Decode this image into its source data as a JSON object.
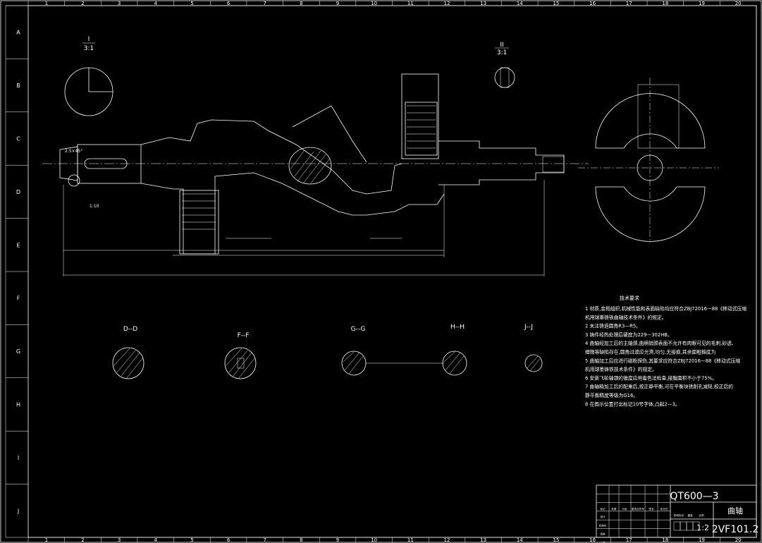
{
  "frame": {
    "columns": [
      "1",
      "2",
      "3",
      "4",
      "5",
      "6",
      "7",
      "8",
      "9",
      "10",
      "11",
      "12",
      "13",
      "14",
      "15",
      "16",
      "17",
      "18",
      "19",
      "20"
    ],
    "rows": [
      "A",
      "B",
      "C",
      "D",
      "E",
      "F",
      "G",
      "H",
      "I",
      "J"
    ]
  },
  "views": {
    "section_marks": [
      "D--D",
      "F--F",
      "G--G",
      "H--H",
      "J--J"
    ],
    "detail_left_label": "I",
    "detail_left_scale": "3:1",
    "detail_right_label": "II",
    "detail_right_scale": "3:1",
    "chamfer_note": "2.5×45°",
    "taper_note": "1:10"
  },
  "tech_requirements": {
    "title": "技术要求",
    "items": [
      "1  材质,金相组织,机械性能和表面缺陷均应符合ZBJ72016—88《移动式压缩",
      "    机用球墨铸铁曲轴技术条件》的规定。",
      "2  未注铸造圆角R3—R5。",
      "3  铸件经热处理后硬度为229—302HB。",
      "4  曲轴经加工后的主轴颈,曲柄销颈表面不允许有肉眼可见的毛刺,砂透、",
      "    细微等缺陷存在,圆角过渡应光滑,均匀,无接痕,其余面粗糙度为",
      "5  曲轴加工后应进行磁粉探伤,其要求应符合ZBJ72016—88《移动式压缩",
      "    机用球墨铸铁技术条件》的规定。",
      "6  安装飞轮轴颈的锥度应用着色法检查,接触面积不小于75%。",
      "7  曲轴精加工后的配重后,按正静平衡,可在平衡块铣削孔减轻,校正后的",
      "    静平衡精度等级为G16。",
      "8  在图示位置打出标记10号字体,凸起2—3。"
    ]
  },
  "title_block": {
    "material": "QT600—3",
    "part_name": "曲轴",
    "drawing_no": "2VF101.2",
    "scale": "1:2",
    "grid_labels": [
      "标记",
      "处数",
      "分区",
      "更改文件号",
      "签名",
      "年月日",
      "设计",
      "标准化",
      "审核",
      "工艺",
      "批准"
    ],
    "stage_labels": [
      "阶段标记",
      "重量",
      "比例"
    ]
  }
}
